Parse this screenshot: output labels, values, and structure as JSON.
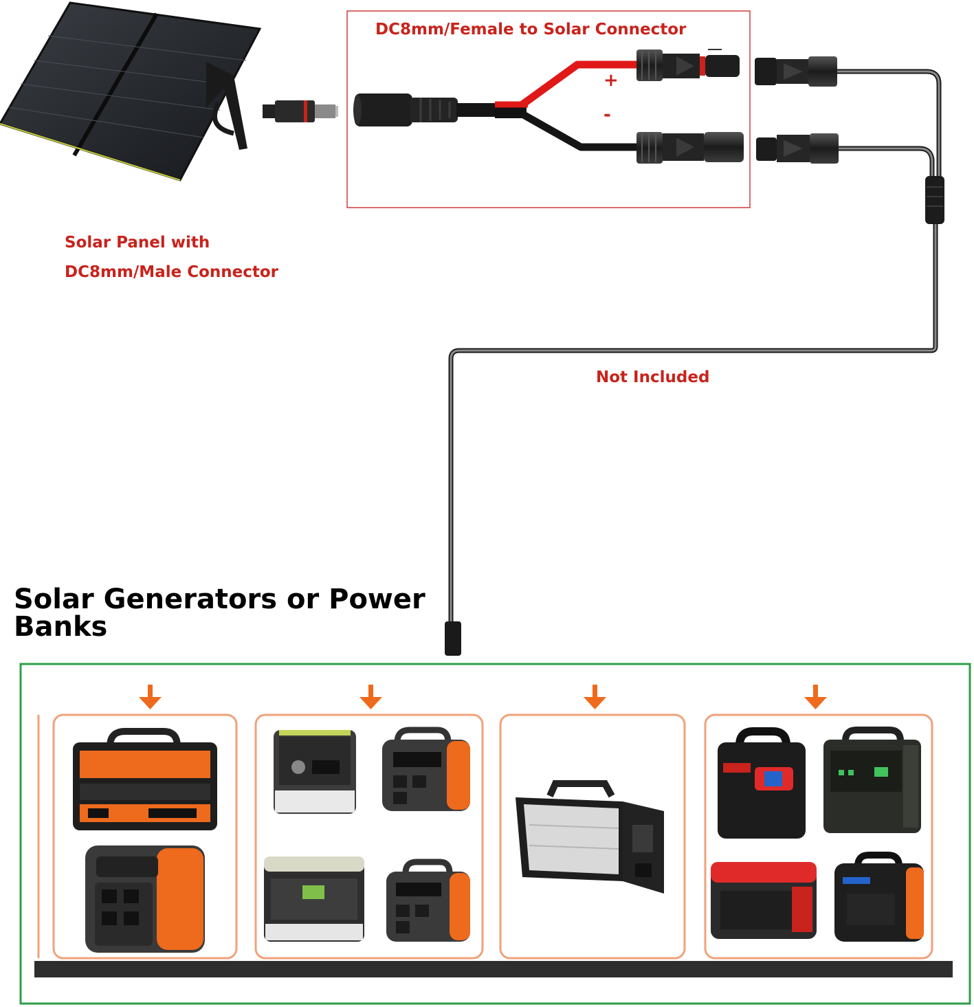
{
  "labels": {
    "cable_title": "DC8mm/Female to Solar Connector",
    "panel_line1": "Solar Panel with",
    "panel_line2": "DC8mm/Male Connector",
    "not_included": "Not Included",
    "plus": "+",
    "minus": "-",
    "generators_heading": "Solar Generators or Power Banks"
  },
  "colors": {
    "accent_red": "#c8231c",
    "cable_red": "#e01818",
    "frame_red": "#d23c3c",
    "frame_green": "#2e9e47",
    "device_orange": "#ee6a1c",
    "card_border": "#f0a27a"
  },
  "icons": {
    "panel": "solar-panel-icon",
    "plug": "dc8mm-male-plug-icon",
    "barrel": "dc8mm-female-barrel-icon",
    "connector": "solar-connector-icon",
    "arrow": "down-arrow-icon",
    "device": "power-station-icon"
  }
}
